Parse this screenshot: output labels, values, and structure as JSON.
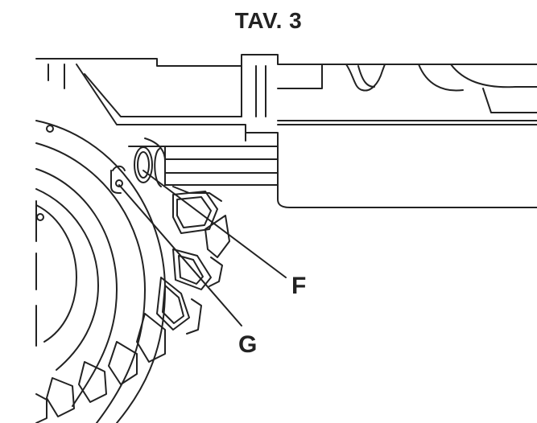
{
  "title": "TAV. 3",
  "callouts": {
    "f": "F",
    "g": "G"
  },
  "colors": {
    "line": "#222222",
    "background": "#ffffff"
  }
}
